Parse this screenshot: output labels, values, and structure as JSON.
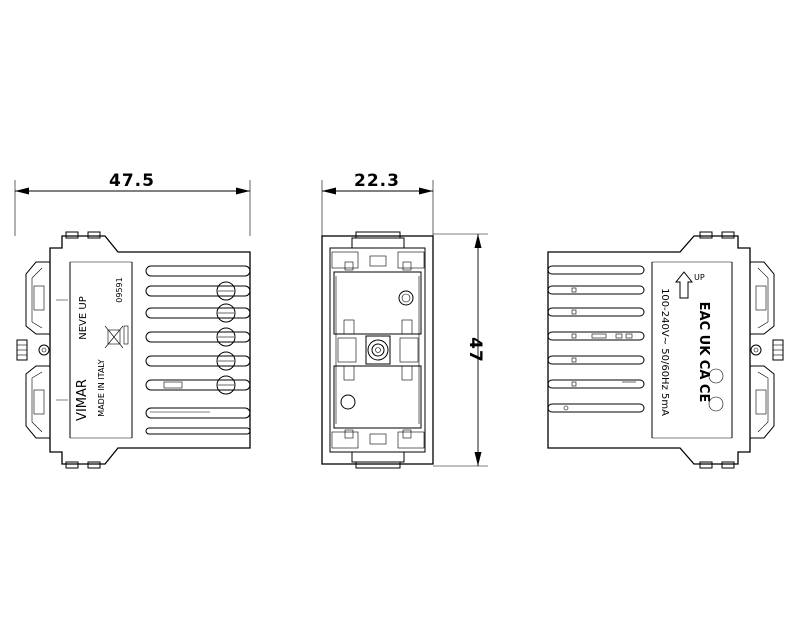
{
  "dimensions": {
    "width_side": "47.5",
    "width_front": "22.3",
    "height": "47"
  },
  "left_view": {
    "brand": "VIMAR",
    "product_line": "NEVE UP",
    "made_in": "MADE IN ITALY",
    "code": "09591"
  },
  "right_view": {
    "up_label": "UP",
    "ratings": "100-240V~ 50/60Hz 5mA",
    "marks": "EAC UK CA CE"
  }
}
